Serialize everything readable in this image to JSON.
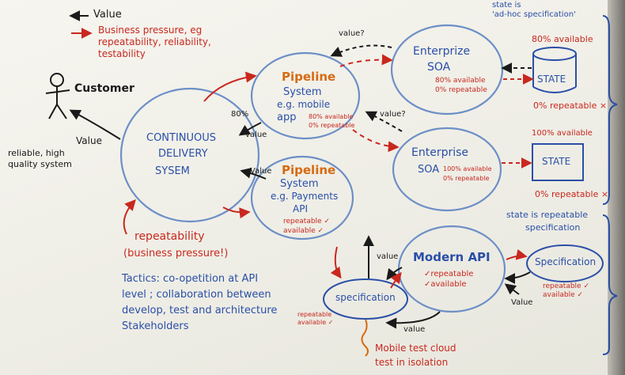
{
  "legend": {
    "value": "Value",
    "business_pressure_lines": [
      "Business pressure, eg",
      "repeatability, reliability,",
      "testability"
    ]
  },
  "customer": {
    "label": "Customer"
  },
  "left_note": {
    "value": "Value",
    "lines": [
      "reliable, high",
      "quality system"
    ]
  },
  "cd_system": {
    "lines": [
      "CONTINUOUS",
      "DELIVERY",
      "SYSEM"
    ]
  },
  "pipeline_mobile": {
    "title": "Pipeline",
    "lines": [
      "System",
      "e.g. mobile",
      "app"
    ],
    "stats": [
      "80% available",
      "0% repeatable"
    ]
  },
  "pipeline_payments": {
    "title": "Pipeline",
    "lines": [
      "System",
      "e.g. Payments",
      "API"
    ],
    "checks": [
      "repeatable ✓",
      "available ✓"
    ]
  },
  "soa_top": {
    "lines": [
      "Enterprize",
      "SOA"
    ],
    "stats": [
      "80% available",
      "0% repeatable"
    ]
  },
  "soa_bottom": {
    "lines": [
      "Enterprise",
      "SOA"
    ],
    "stats": [
      "100% available",
      "0% repeatable"
    ]
  },
  "state_top": {
    "label": "STATE",
    "above": "80% available",
    "below": "0% repeatable ×"
  },
  "state_bottom": {
    "label": "STATE",
    "above": "100% available",
    "below": "0% repeatable ×"
  },
  "adhoc_note": {
    "lines": [
      "state is",
      "'ad-hoc specification'"
    ]
  },
  "repeatable_note": {
    "lines": [
      "state is repeatable",
      "specification"
    ]
  },
  "modern_api": {
    "title": "Modern API",
    "checks": [
      "✓repeatable",
      "✓available"
    ]
  },
  "spec_right": {
    "label": "Specification",
    "checks": [
      "repeatable ✓",
      "available ✓"
    ]
  },
  "spec_left": {
    "label": "specification",
    "checks": [
      "repeatable",
      "available ✓"
    ]
  },
  "repeatability_note": {
    "lines": [
      "repeatability",
      "(business pressure!)"
    ]
  },
  "tactics": {
    "lines": [
      "Tactics: co-opetition at API",
      "level ; collaboration between",
      "develop, test and architecture",
      "Stakeholders"
    ]
  },
  "mobile_cloud": {
    "lines": [
      "Mobile test cloud",
      "test in isolation"
    ]
  },
  "arrow_labels": {
    "value_q_top": "value?",
    "value_q_mid": "value?",
    "pct_80": "80%",
    "value_mobile": "value",
    "value_payments": "Value",
    "value_payments_up": "value",
    "value_spec_bottom": "value",
    "value_spec_right": "Value"
  },
  "colors": {
    "blue": "#2a4fa8",
    "red": "#c8281e",
    "orange": "#d76a12",
    "black": "#1a1a1a"
  }
}
